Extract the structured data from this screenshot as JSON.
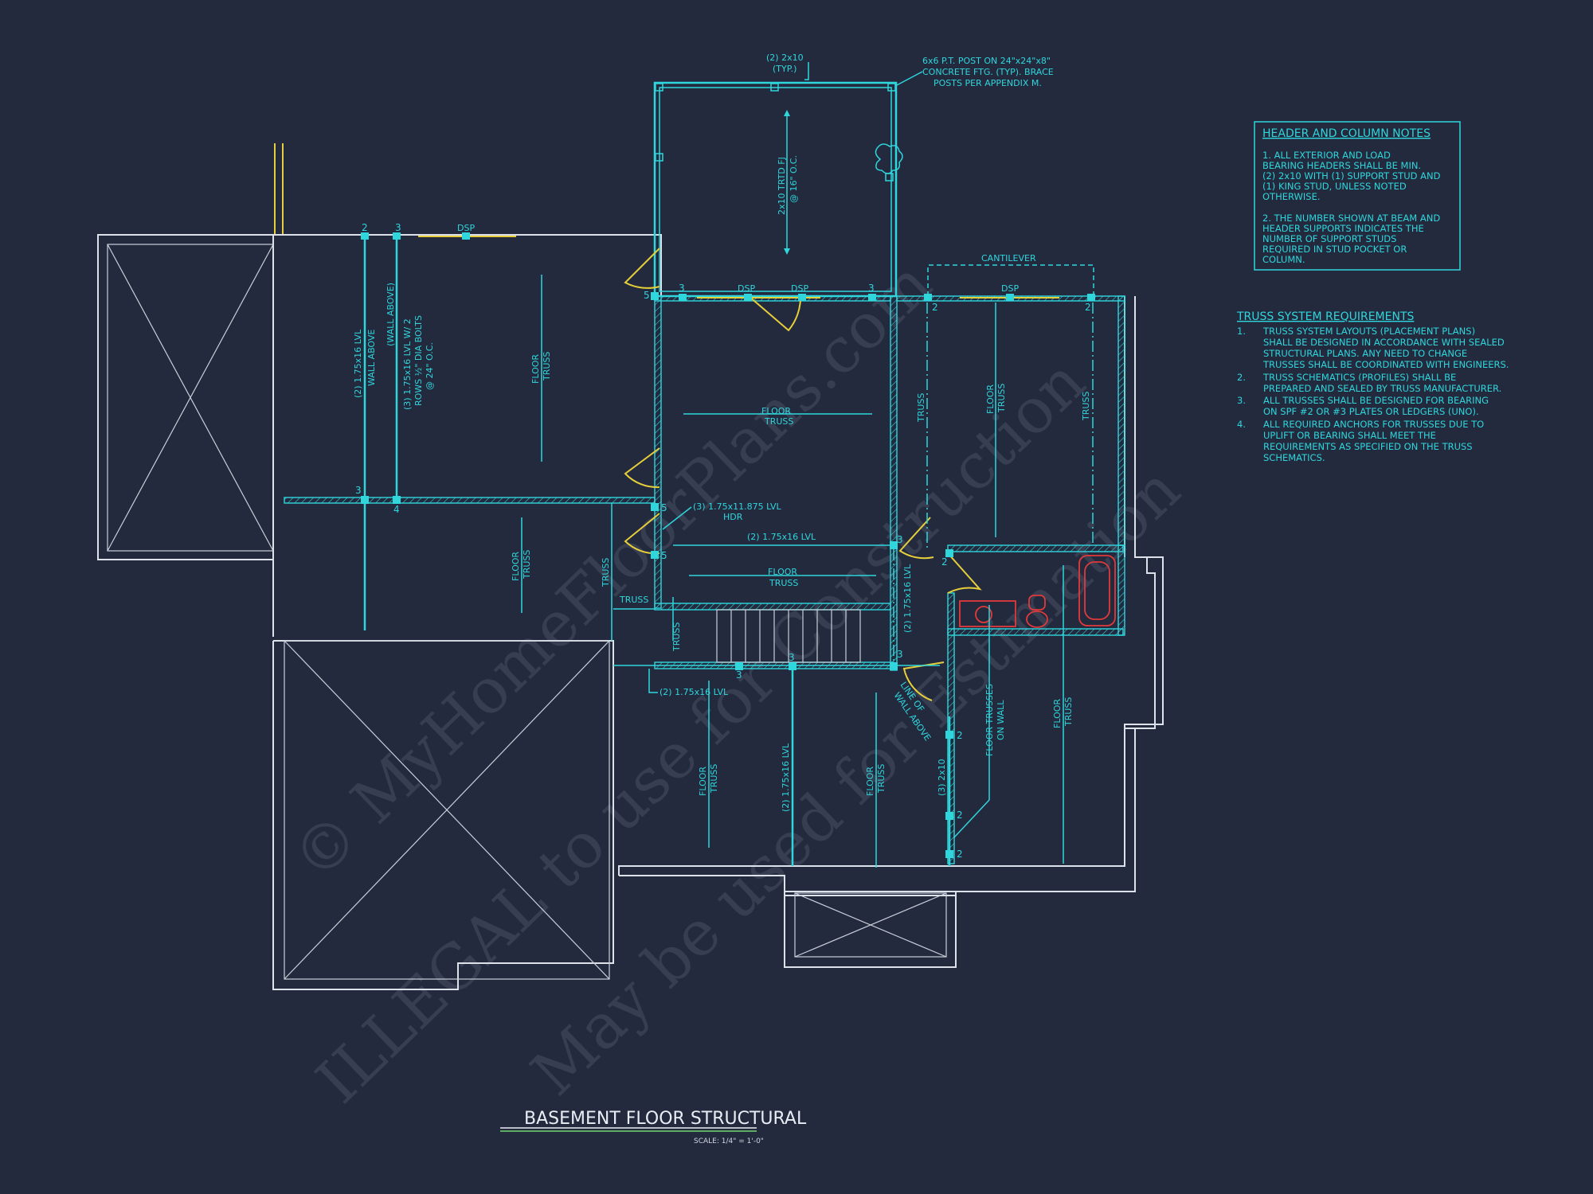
{
  "drawing": {
    "title": "BASEMENT FLOOR STRUCTURAL",
    "scale": "SCALE: 1/4\" = 1'-0\""
  },
  "watermarks": [
    "© MyHomeFloorPlans.com",
    "ILLEGAL to use for Construction",
    "May be used for Estimation"
  ],
  "header_notes": {
    "heading": "HEADER AND COLUMN NOTES",
    "lines": [
      "1. ALL EXTERIOR AND LOAD",
      "BEARING HEADERS SHALL BE MIN.",
      "(2) 2x10 WITH (1) SUPPORT STUD AND",
      "(1) KING STUD, UNLESS NOTED",
      "OTHERWISE.",
      "2. THE NUMBER SHOWN AT BEAM AND",
      "HEADER SUPPORTS INDICATES THE",
      "NUMBER OF SUPPORT STUDS",
      "REQUIRED IN STUD POCKET OR",
      "COLUMN."
    ]
  },
  "truss_notes": {
    "heading": "TRUSS SYSTEM REQUIREMENTS",
    "items": [
      {
        "n": "1.",
        "lines": [
          "TRUSS SYSTEM LAYOUTS (PLACEMENT PLANS)",
          "SHALL BE DESIGNED IN ACCORDANCE WITH SEALED",
          "STRUCTURAL PLANS. ANY NEED TO CHANGE",
          "TRUSSES SHALL BE COORDINATED WITH ENGINEERS."
        ]
      },
      {
        "n": "2.",
        "lines": [
          "TRUSS SCHEMATICS (PROFILES) SHALL BE",
          "PREPARED AND SEALED BY TRUSS MANUFACTURER."
        ]
      },
      {
        "n": "3.",
        "lines": [
          "ALL TRUSSES SHALL BE DESIGNED FOR BEARING",
          "ON SPF #2 OR #3 PLATES OR LEDGERS (UNO)."
        ]
      },
      {
        "n": "4.",
        "lines": [
          "ALL REQUIRED ANCHORS FOR TRUSSES DUE TO",
          "UPLIFT OR BEARING SHALL MEET THE",
          "REQUIREMENTS AS SPECIFIED ON THE TRUSS",
          "SCHEMATICS."
        ]
      }
    ]
  },
  "labels": {
    "post_note_1": "6x6 P.T. POST ON 24\"x24\"x8\"",
    "post_note_2": "CONCRETE FTG. (TYP). BRACE",
    "post_note_3": "POSTS PER APPENDIX M.",
    "joist_typ_1": "(2) 2x10",
    "joist_typ_2": "(TYP.)",
    "deck_joist_1": "2x10 TRTD FJ",
    "deck_joist_2": "@ 16\" O.C.",
    "cantilever": "CANTILEVER",
    "dsp": "DSP",
    "lvl_wall_1": "(2) 1.75x16 LVL",
    "lvl_wall_2": "WALL ABOVE",
    "wall_above": "(WALL ABOVE)",
    "lvl_bolts_1": "(3) 1.75x16 LVL W/ 2",
    "lvl_bolts_2": "ROWS ½\" DIA BOLTS",
    "lvl_bolts_3": "@ 24\" O.C.",
    "floor": "FLOOR",
    "truss": "TRUSS",
    "hdr_1": "(3) 1.75x11.875 LVL",
    "hdr_2": "HDR",
    "lvl_2_16": "(2) 1.75x16 LVL",
    "lvl_2_16_short": "(2) 1.75x16 LVL",
    "lvl_mid": "(2) 1.75x16 LVL",
    "lvl_vert": "(2) 1.75x16 LVL",
    "line_wall_1": "LINE OF",
    "line_wall_2": "WALL ABOVE",
    "floor_trusses_1": "FLOOR TRUSSES",
    "floor_trusses_2": "ON WALL",
    "two_by_ten": "(3) 2x10",
    "n2": "2",
    "n3": "3",
    "n4": "4",
    "n5": "5"
  }
}
